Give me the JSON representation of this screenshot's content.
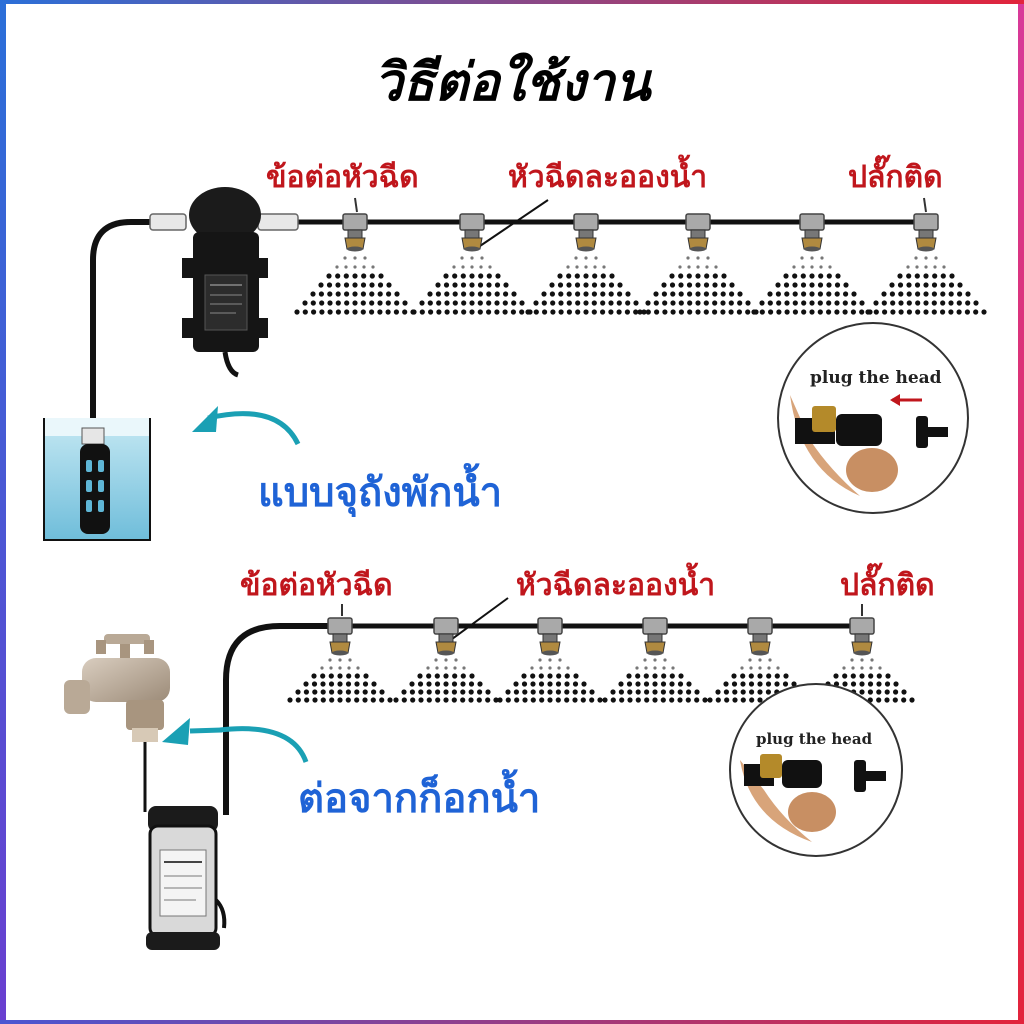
{
  "title": "วิธีต่อใช้งาน",
  "top_system": {
    "nozzle_connector_label": "ข้อต่อหัวฉีด",
    "mist_nozzle_label": "หัวฉีดละอองน้ำ",
    "end_plug_label": "ปลั๊กติด",
    "source_label": "แบบจุถังพักน้ำ",
    "plug_inset_text": "plug the head"
  },
  "bottom_system": {
    "nozzle_connector_label": "ข้อต่อหัวฉีด",
    "mist_nozzle_label": "หัวฉีดละอองน้ำ",
    "end_plug_label": "ปลั๊กติด",
    "source_label": "ต่อจากก็อกน้ำ",
    "plug_inset_text": "plug the head"
  },
  "colors": {
    "label_red": "#c0161c",
    "label_blue": "#1f63d6",
    "arrow_teal": "#1aa0b4",
    "water": "#6fc3dc"
  }
}
